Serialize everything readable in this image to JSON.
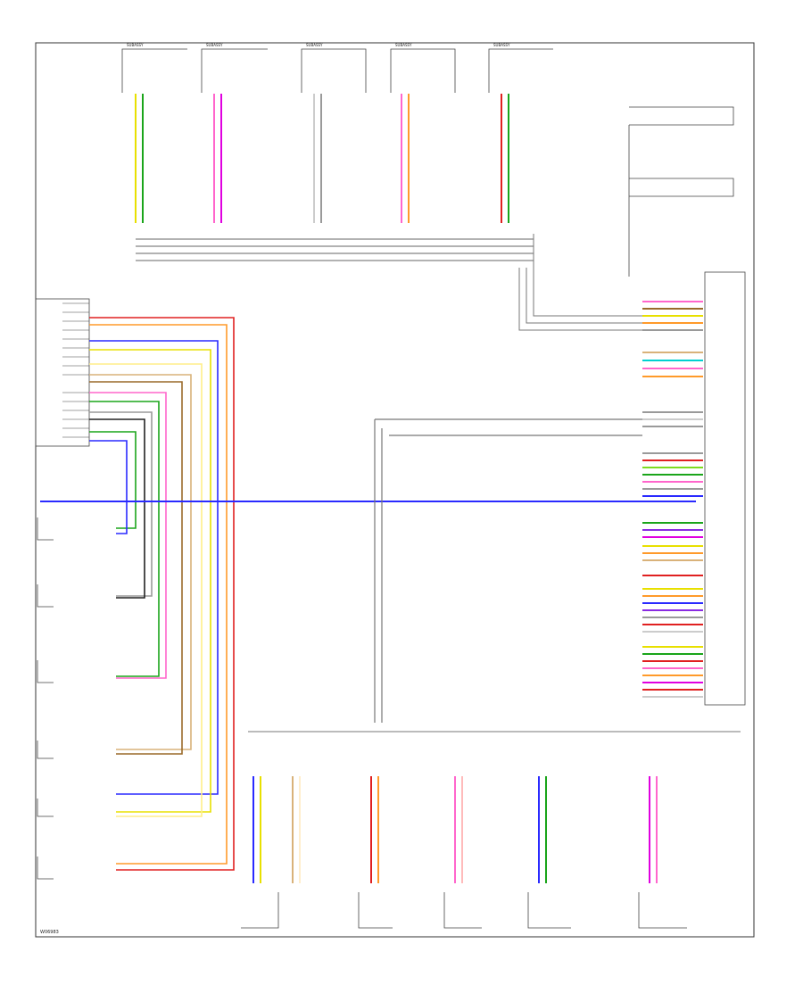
{
  "footer_code": "W06983",
  "connector_labels": {
    "top_connector_a": "SUBASSY",
    "top_connector_b": "SUBASSY",
    "top_connector_c": "SUBASSY",
    "top_connector_d": "SUBASSY",
    "top_connector_e": "SUBASSY"
  },
  "colors": {
    "yellow": "#e8e000",
    "green": "#1aa51a",
    "pink": "#ff66cc",
    "red": "#e02020",
    "orange": "#ff9a2a",
    "blue": "#2a2aff",
    "light_blue": "#00b7e8",
    "purple": "#8a2be2",
    "brown": "#9a6a2a",
    "tan": "#d9b27a",
    "gray": "#9a9a9a",
    "black": "#222222",
    "magenta": "#e000e0",
    "lime": "#7ddc1f",
    "cyan": "#00d0d0"
  }
}
